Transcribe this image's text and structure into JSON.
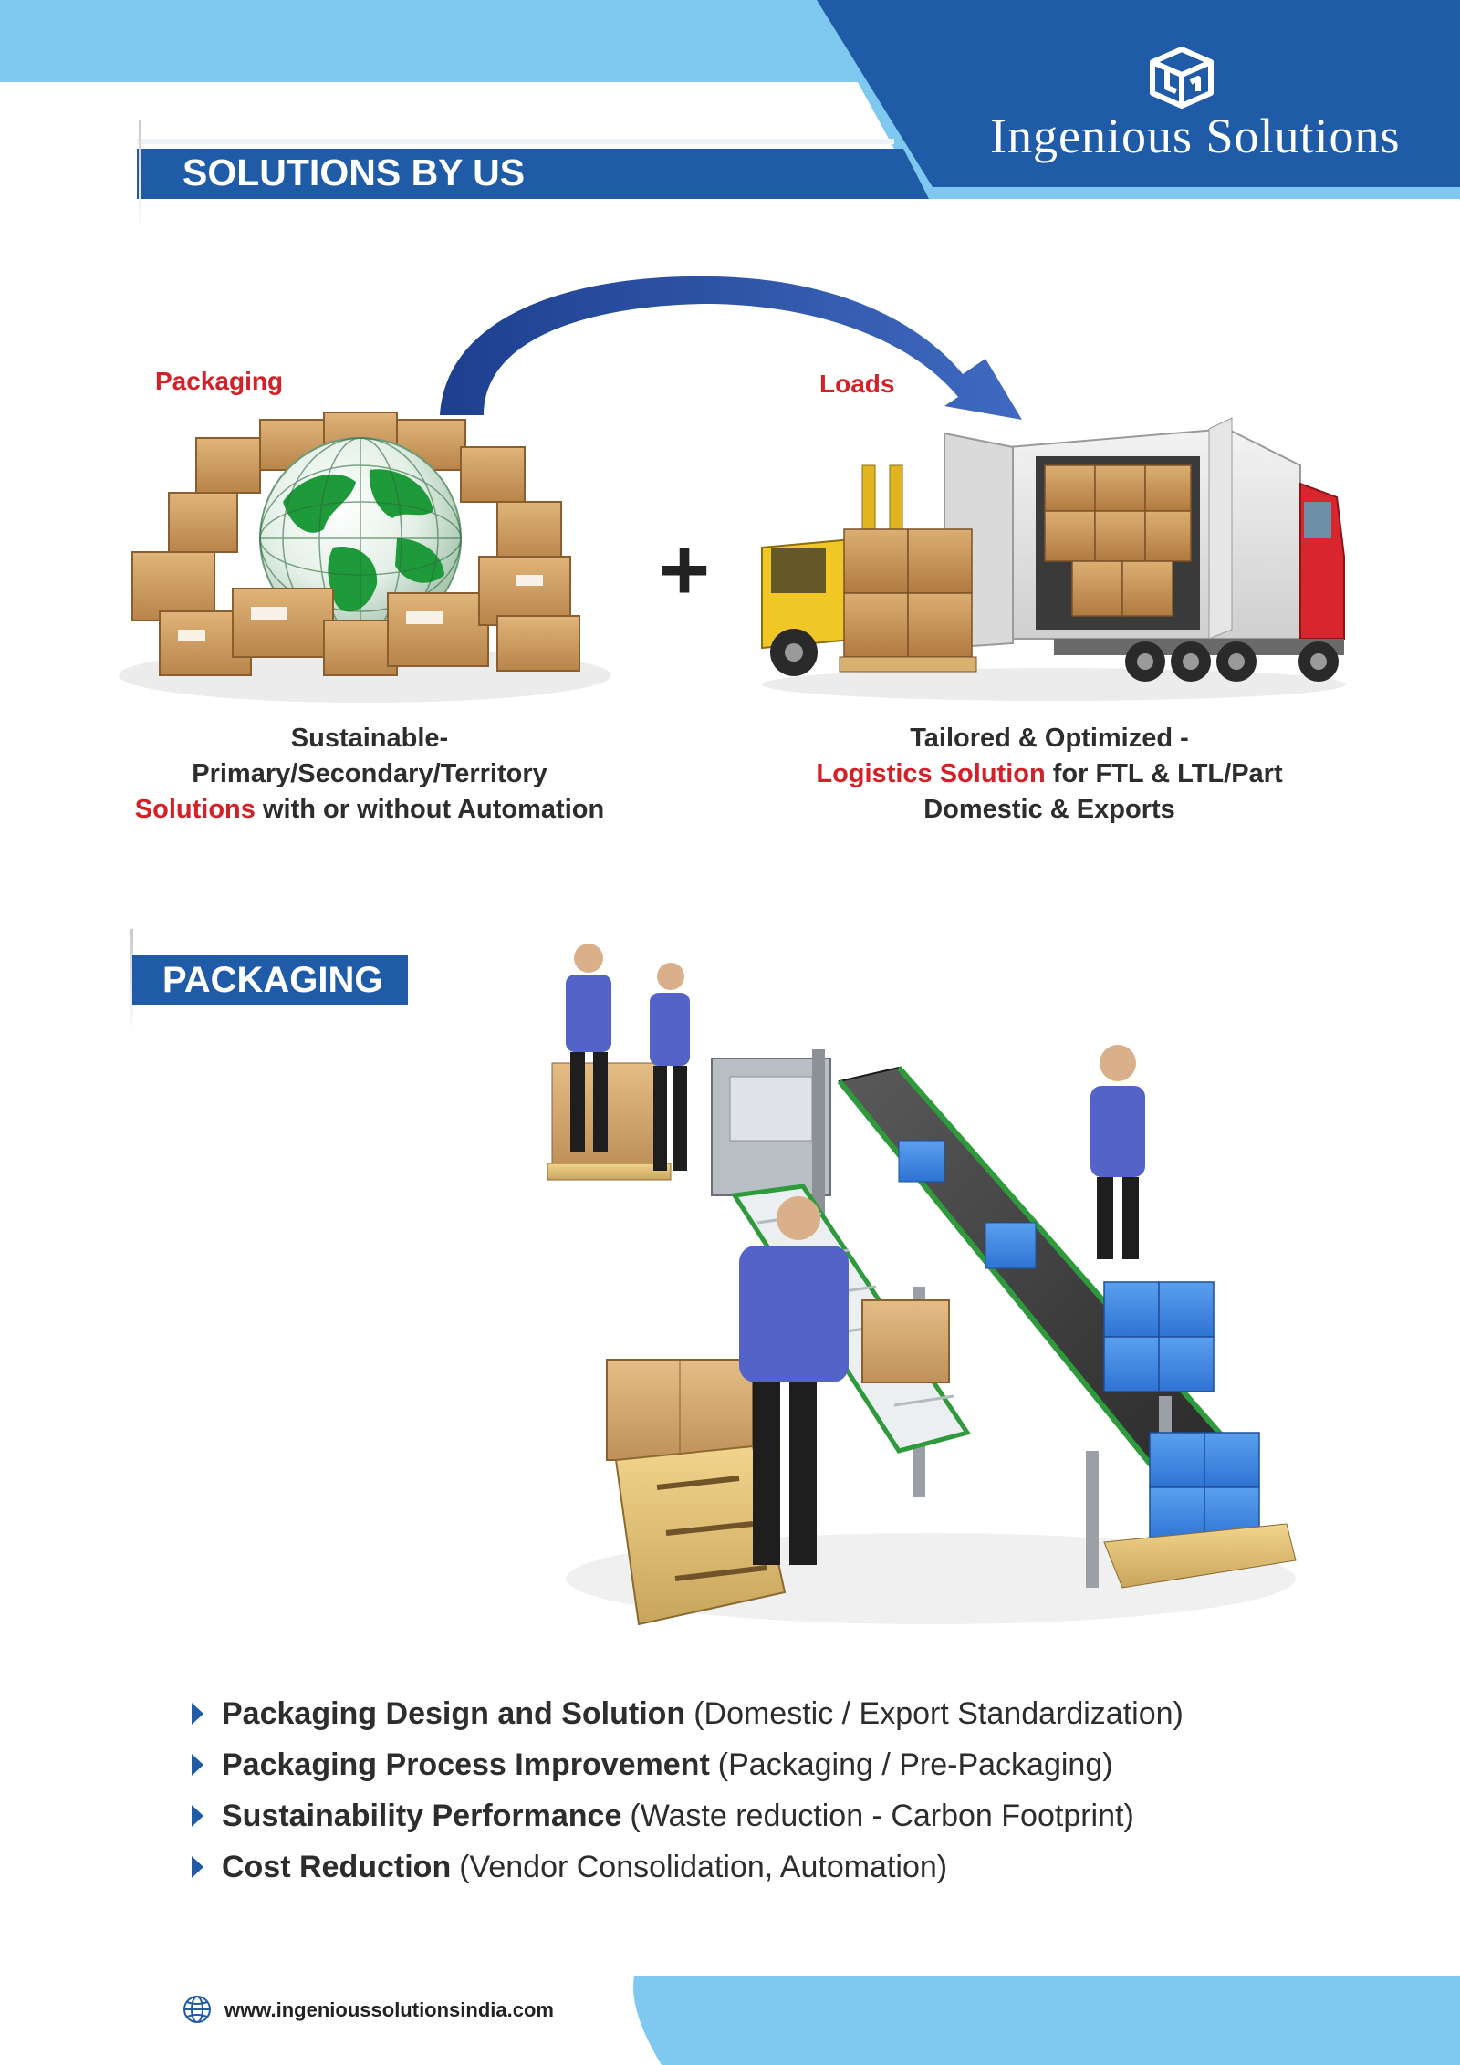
{
  "brand": {
    "name": "Ingenious Solutions",
    "logo_icon": "stacked-box-logo-icon",
    "colors": {
      "primary_blue": "#1f5ba6",
      "light_blue": "#7fc9f0",
      "accent_red": "#d42027"
    }
  },
  "solutions": {
    "title": "SOLUTIONS BY US",
    "left": {
      "label": "Packaging",
      "image": "boxes-around-globe-illustration",
      "caption_line1": "Sustainable-",
      "caption_line2": "Primary/Secondary/Territory",
      "caption_line3_red": "Solutions",
      "caption_line3_rest": " with or without Automation"
    },
    "plus": "+",
    "right": {
      "label": "Loads",
      "image": "forklift-loading-truck-illustration",
      "caption_line1": "Tailored & Optimized -",
      "caption_line2_red": "Logistics Solution",
      "caption_line2_rest": " for FTL & LTL/Part",
      "caption_line3": "Domestic & Exports"
    },
    "connector_icon": "curved-arrow-icon"
  },
  "packaging": {
    "title": "PACKAGING",
    "image": "packaging-conveyor-line-illustration",
    "bullets": [
      {
        "strong": "Packaging Design and Solution",
        "detail": "(Domestic / Export Standardization)"
      },
      {
        "strong": "Packaging Process Improvement",
        "detail": "(Packaging / Pre-Packaging)"
      },
      {
        "strong": "Sustainability Performance",
        "detail": "(Waste reduction - Carbon Footprint)"
      },
      {
        "strong": "Cost Reduction",
        "detail": "(Vendor Consolidation, Automation)"
      }
    ]
  },
  "footer": {
    "website": "www.ingenioussolutionsindia.com",
    "icon": "globe-icon"
  }
}
